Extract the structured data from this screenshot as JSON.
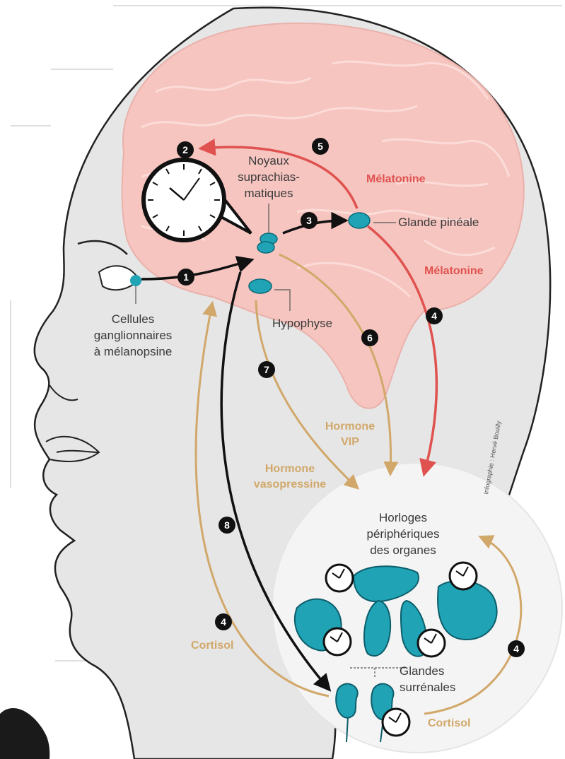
{
  "labels": {
    "noyaux_1": "Noyaux",
    "noyaux_2": "suprachias-",
    "noyaux_3": "matiques",
    "glande_pineale": "Glande pinéale",
    "melatonine_top": "Mélatonine",
    "melatonine_right": "Mélatonine",
    "cellules_1": "Cellules",
    "cellules_2": "ganglionnaires",
    "cellules_3": "à mélanopsine",
    "hypophyse": "Hypophyse",
    "hormone_vip_1": "Hormone",
    "hormone_vip_2": "VIP",
    "hormone_vaso_1": "Hormone",
    "hormone_vaso_2": "vasopressine",
    "horloges_1": "Horloges",
    "horloges_2": "périphériques",
    "horloges_3": "des organes",
    "glandes_1": "Glandes",
    "glandes_2": "surrénales",
    "cortisol_left": "Cortisol",
    "cortisol_bottom": "Cortisol",
    "credit": "Infographie : Hervé Bouilly"
  },
  "steps": {
    "s1": "1",
    "s2": "2",
    "s3": "3",
    "s4a": "4",
    "s4b": "4",
    "s4c": "4",
    "s5": "5",
    "s6": "6",
    "s7": "7",
    "s8": "8"
  },
  "colors": {
    "head": "#e6e6e6",
    "brain": "#f6c5c0",
    "brain_line": "#fbdcd8",
    "teal": "#1fa3b5",
    "red": "#e0524f",
    "gold": "#d1a86a",
    "black": "#111111",
    "circle_bg": "#f4f4f4"
  }
}
